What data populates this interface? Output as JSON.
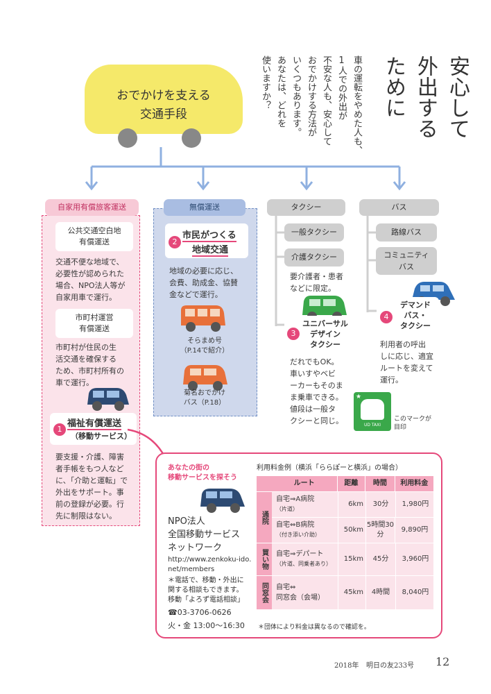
{
  "title": {
    "line1": "安心して",
    "line2": "外出する",
    "line3": "ために"
  },
  "intro": [
    "車の運転をやめた人も、",
    "1人での外出が",
    "不安な人も、安心して",
    "おでかけする方法が",
    "いくつもあります。",
    "あなたは、どれを",
    "使いますか？"
  ],
  "bus_sign": {
    "line1": "おでかけを支える",
    "line2": "交通手段"
  },
  "categories": {
    "jikayou": "自家用有償旅客運送",
    "mushou": "無償運送",
    "taxi": "タクシー",
    "bus": "バス"
  },
  "jikayou": {
    "box1": {
      "line1": "公共交通空白地",
      "line2": "有償運送"
    },
    "desc1": [
      "交通不便な地域で、",
      "必要性が認められた",
      "場合、NPO法人等が",
      "自家用車で運行。"
    ],
    "box2": {
      "line1": "市町村運営",
      "line2": "有償運送"
    },
    "desc2": [
      "市町村が住民の生",
      "活交通を確保する",
      "ため、市町村所有の",
      "車で運行。"
    ],
    "fukushi": {
      "num": "1",
      "line1": "福祉有償運送",
      "line2": "（移動サービス）"
    },
    "desc3": [
      "要支援・介護、障害",
      "者手帳をもつ人など",
      "に、「介助と運転」で",
      "外出をサポート。事",
      "前の登録が必要。行",
      "先に制限はない。"
    ]
  },
  "mushou": {
    "num": "2",
    "line1": "市民がつくる",
    "line2": "地域交通",
    "desc": [
      "地域の必要に応じ、",
      "会費、助成金、協賛",
      "金などで運行。"
    ],
    "car1": {
      "line1": "そらまめ号",
      "line2": "（P.14で紹介）"
    },
    "car2": {
      "line1": "菊名おでかけ",
      "line2": "バス（P.18）"
    }
  },
  "taxi": {
    "item1": "一般タクシー",
    "item2": "介護タクシー",
    "kaigo_desc": [
      "要介護者・患者",
      "などに限定。"
    ],
    "ud": {
      "num": "3",
      "line1": "ユニバーサル",
      "line2": "デザイン",
      "line3": "タクシー"
    },
    "ud_desc": [
      "だれでもOK。",
      "車いすやベビ",
      "ーカーもそのま",
      "ま乗車できる。",
      "値段は一般タ",
      "クシーと同じ。"
    ],
    "mark_caption": [
      "このマークが",
      "目印"
    ],
    "mark_label": "UD TAXI"
  },
  "bus": {
    "item1": "路線バス",
    "item2": {
      "line1": "コミュニティ",
      "line2": "バス"
    },
    "demand": {
      "num": "4",
      "line1": "デマンド",
      "line2": "バス・",
      "line3": "タクシー"
    },
    "demand_desc": [
      "利用者の呼出",
      "しに応じ、適宜",
      "ルートを変えて",
      "運行。"
    ]
  },
  "info": {
    "heading": {
      "line1": "あなたの街の",
      "line2": "移動サービスを探そう"
    },
    "org": [
      "NPO法人",
      "全国移動サービス",
      "ネットワーク"
    ],
    "url": [
      "http://www.zenkoku-ido.",
      "net/members"
    ],
    "note": [
      "＊電話で、移動・外出に",
      "関する相談もできます。",
      "移動「よろず電話相談」"
    ],
    "tel": "☎03-3706-0626",
    "hours": "火・金 13:00〜16:30"
  },
  "fee_table": {
    "caption": "利用料金例（横浜「ららぽーと横浜」の場合）",
    "headers": [
      "ルート",
      "距離",
      "時間",
      "利用料金"
    ],
    "groups": [
      {
        "label": "通院",
        "rows": [
          {
            "route": "自宅⇒A病院",
            "sub": "（片道）",
            "dist": "6km",
            "time": "30分",
            "fee": "1,980円"
          },
          {
            "route": "自宅⇔B病院",
            "sub": "（付き添い介助）",
            "dist": "50km",
            "time": "5時間30分",
            "fee": "9,890円"
          }
        ]
      },
      {
        "label": "買い物",
        "rows": [
          {
            "route": "自宅⇒デパート",
            "sub": "（片道、同乗者あり）",
            "dist": "15km",
            "time": "45分",
            "fee": "3,960円"
          }
        ]
      },
      {
        "label": "同窓会",
        "rows": [
          {
            "route": "自宅⇔",
            "sub": "同窓会（会場）",
            "dist": "45km",
            "time": "4時間",
            "fee": "8,040円"
          }
        ]
      }
    ],
    "footnote": "＊団体により料金は異なるので確認を。"
  },
  "footer": {
    "year": "2018年",
    "mag": "明日の友233号",
    "page": "12"
  },
  "colors": {
    "pink": "#e5487a",
    "pink_bg": "#f9dbe3",
    "blue_bg": "#cfd8ec",
    "gray": "#cfcfcf",
    "connector": "#8fb0e0",
    "yellow": "#f5e96a"
  }
}
